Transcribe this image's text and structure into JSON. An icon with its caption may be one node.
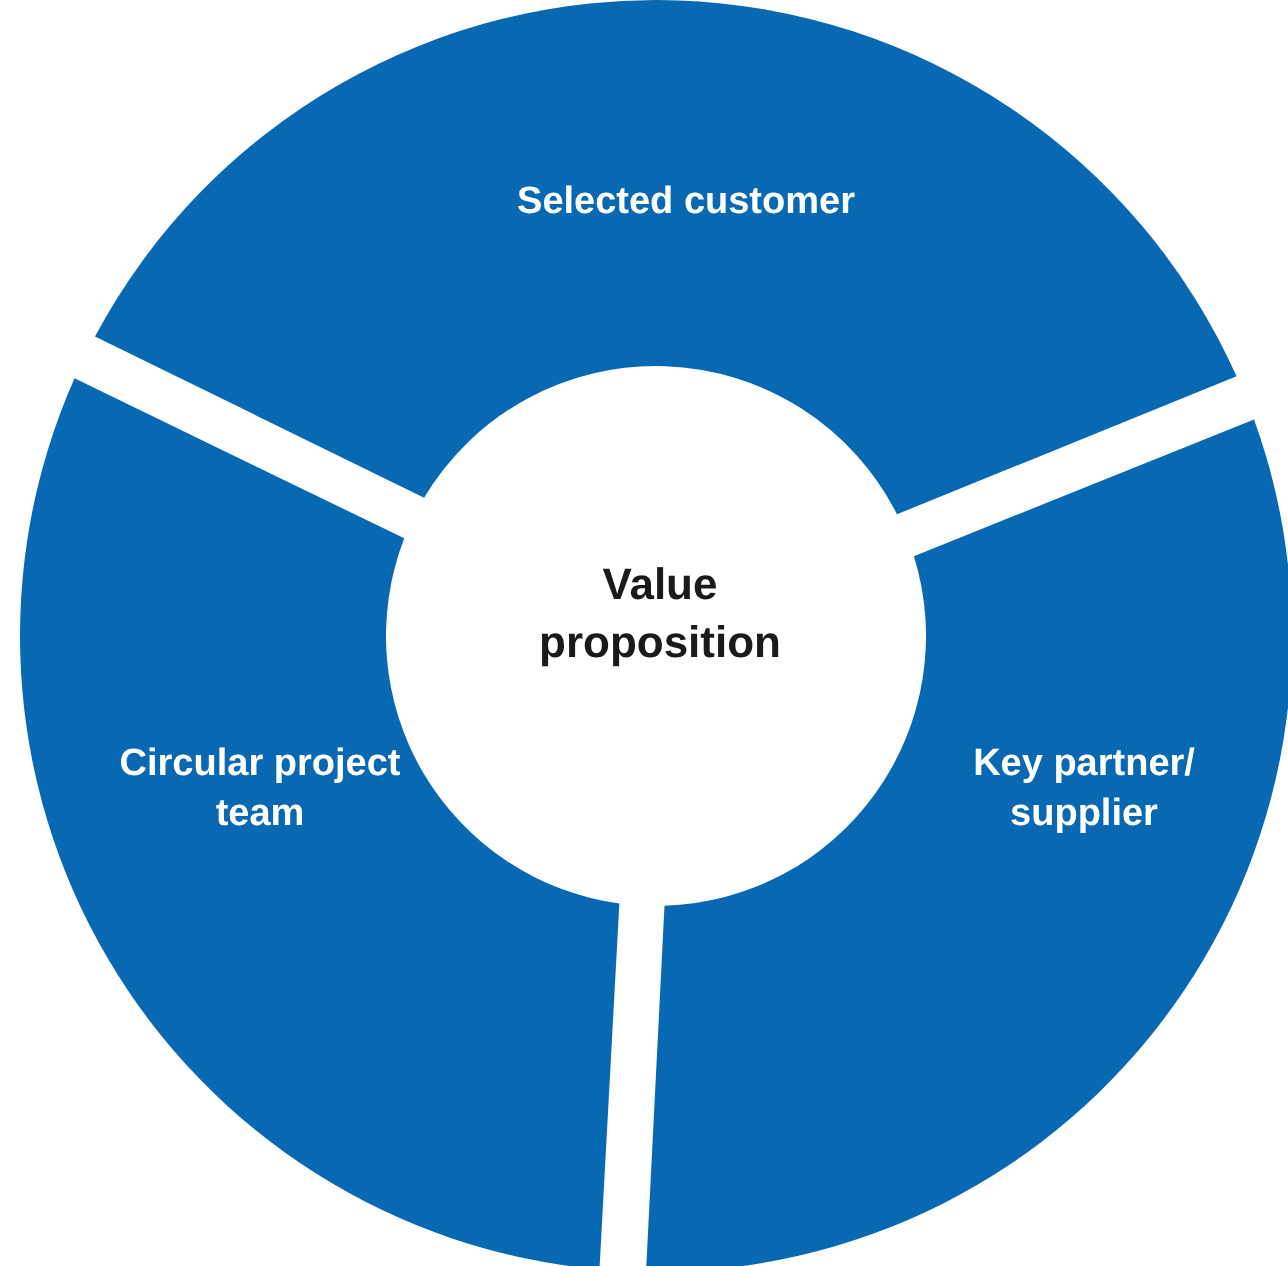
{
  "diagram": {
    "nodes": [
      {
        "text": [
          "Value proposition"
        ]
      },
      {
        "text": [
          "Selected customer"
        ]
      },
      {
        "text": [
          "Key partner/ supplier"
        ]
      },
      {
        "text": [
          "Circular project team"
        ]
      }
    ]
  }
}
